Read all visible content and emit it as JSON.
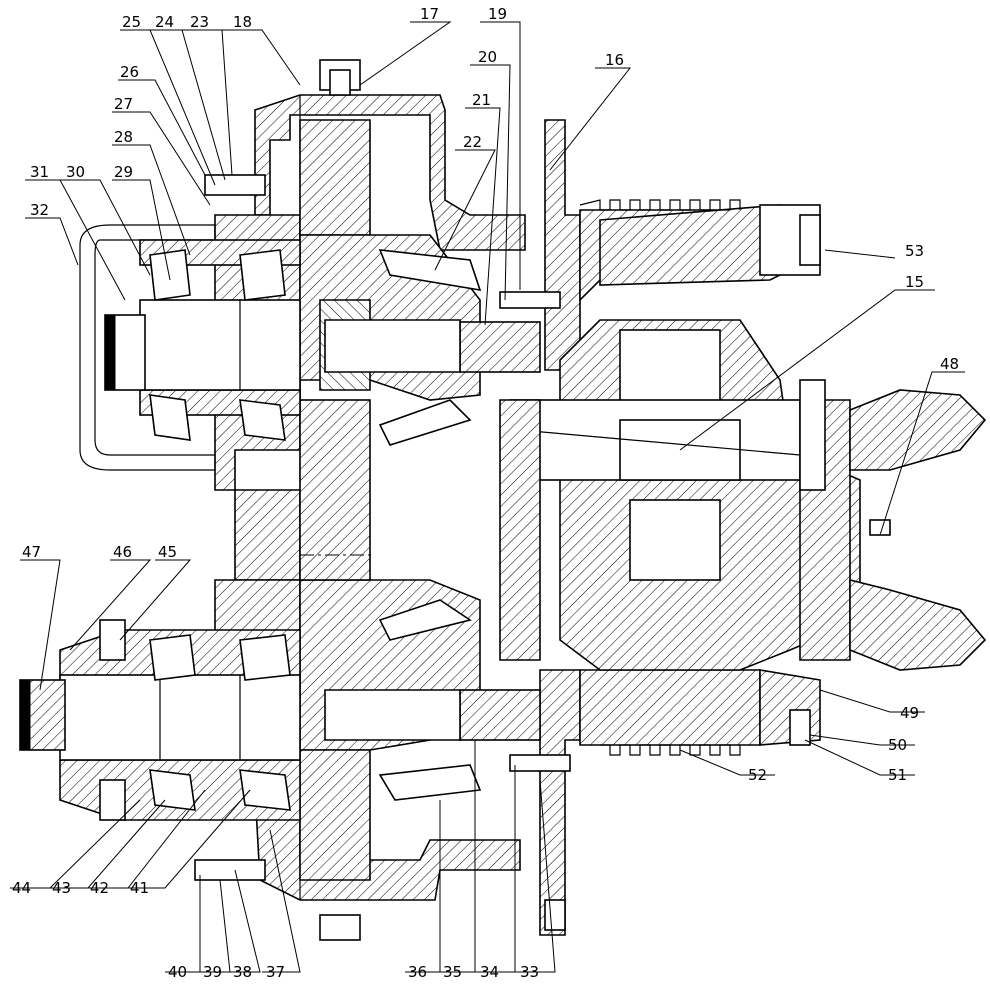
{
  "figure": {
    "labels_top": [
      "25",
      "24",
      "23",
      "18",
      "17",
      "19",
      "20",
      "21",
      "22",
      "16",
      "26",
      "27",
      "28",
      "29",
      "30",
      "31",
      "32",
      "53",
      "15",
      "48"
    ],
    "labels_bottom": [
      "47",
      "46",
      "45",
      "49",
      "50",
      "51",
      "52",
      "44",
      "43",
      "42",
      "41",
      "40",
      "39",
      "38",
      "37",
      "36",
      "35",
      "34",
      "33"
    ]
  },
  "labels": {
    "l25": "25",
    "l24": "24",
    "l23": "23",
    "l18": "18",
    "l17": "17",
    "l19": "19",
    "l20": "20",
    "l21": "21",
    "l22": "22",
    "l16": "16",
    "l26": "26",
    "l27": "27",
    "l28": "28",
    "l29": "29",
    "l30": "30",
    "l31": "31",
    "l32": "32",
    "l53": "53",
    "l15": "15",
    "l48": "48",
    "l47": "47",
    "l46": "46",
    "l45": "45",
    "l49": "49",
    "l50": "50",
    "l51": "51",
    "l52": "52",
    "l44": "44",
    "l43": "43",
    "l42": "42",
    "l41": "41",
    "l40": "40",
    "l39": "39",
    "l38": "38",
    "l37": "37",
    "l36": "36",
    "l35": "35",
    "l34": "34",
    "l33": "33"
  }
}
